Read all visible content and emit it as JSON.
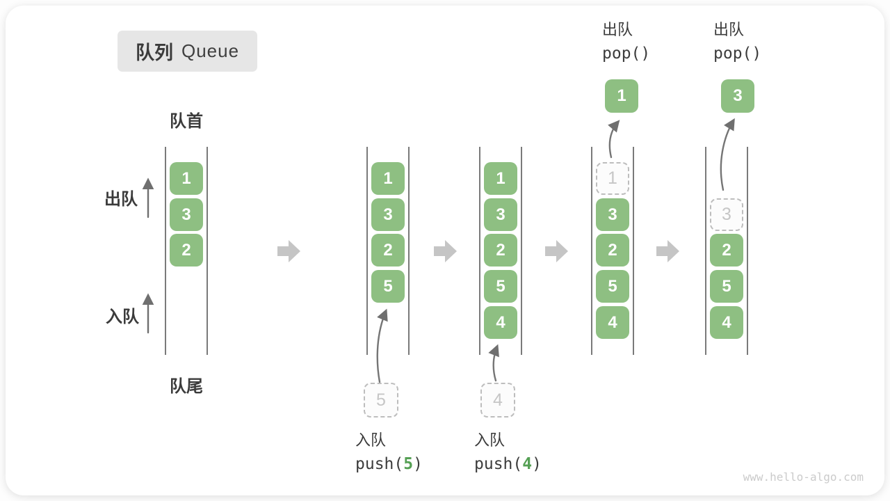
{
  "title": {
    "zh": "队列",
    "en": "Queue"
  },
  "labels": {
    "front": "队首",
    "tail": "队尾",
    "dequeue": "出队",
    "enqueue": "入队"
  },
  "queues": [
    {
      "cells": [
        {
          "v": "1"
        },
        {
          "v": "3"
        },
        {
          "v": "2"
        }
      ]
    },
    {
      "cells": [
        {
          "v": "1"
        },
        {
          "v": "3"
        },
        {
          "v": "2"
        },
        {
          "v": "5"
        }
      ]
    },
    {
      "cells": [
        {
          "v": "1"
        },
        {
          "v": "3"
        },
        {
          "v": "2"
        },
        {
          "v": "5"
        },
        {
          "v": "4"
        }
      ]
    },
    {
      "cells": [
        {
          "v": "1",
          "ghost": true
        },
        {
          "v": "3"
        },
        {
          "v": "2"
        },
        {
          "v": "5"
        },
        {
          "v": "4"
        }
      ]
    },
    {
      "cells": [
        {
          "v": "3",
          "ghost": true
        },
        {
          "v": "2"
        },
        {
          "v": "5"
        },
        {
          "v": "4"
        }
      ]
    }
  ],
  "floating": {
    "enqueue_5": "5",
    "enqueue_4": "4",
    "popped_1": "1",
    "popped_3": "3"
  },
  "operations": {
    "push5": {
      "line1": "入队",
      "pre": "push(",
      "arg": "5",
      "post": ")"
    },
    "push4": {
      "line1": "入队",
      "pre": "push(",
      "arg": "4",
      "post": ")"
    },
    "pop1": {
      "line1": "出队",
      "code": "pop()"
    },
    "pop2": {
      "line1": "出队",
      "code": "pop()"
    }
  },
  "watermark": "www.hello-algo.com",
  "colors": {
    "cell_green": "#8ebf82",
    "ghost_gray": "#bdbdbd",
    "flow_arrow_gray": "#c5c5c5",
    "line_dark": "#4f4f4f",
    "text_dark": "#3b3b3b",
    "code_arg_green": "#55a054"
  }
}
